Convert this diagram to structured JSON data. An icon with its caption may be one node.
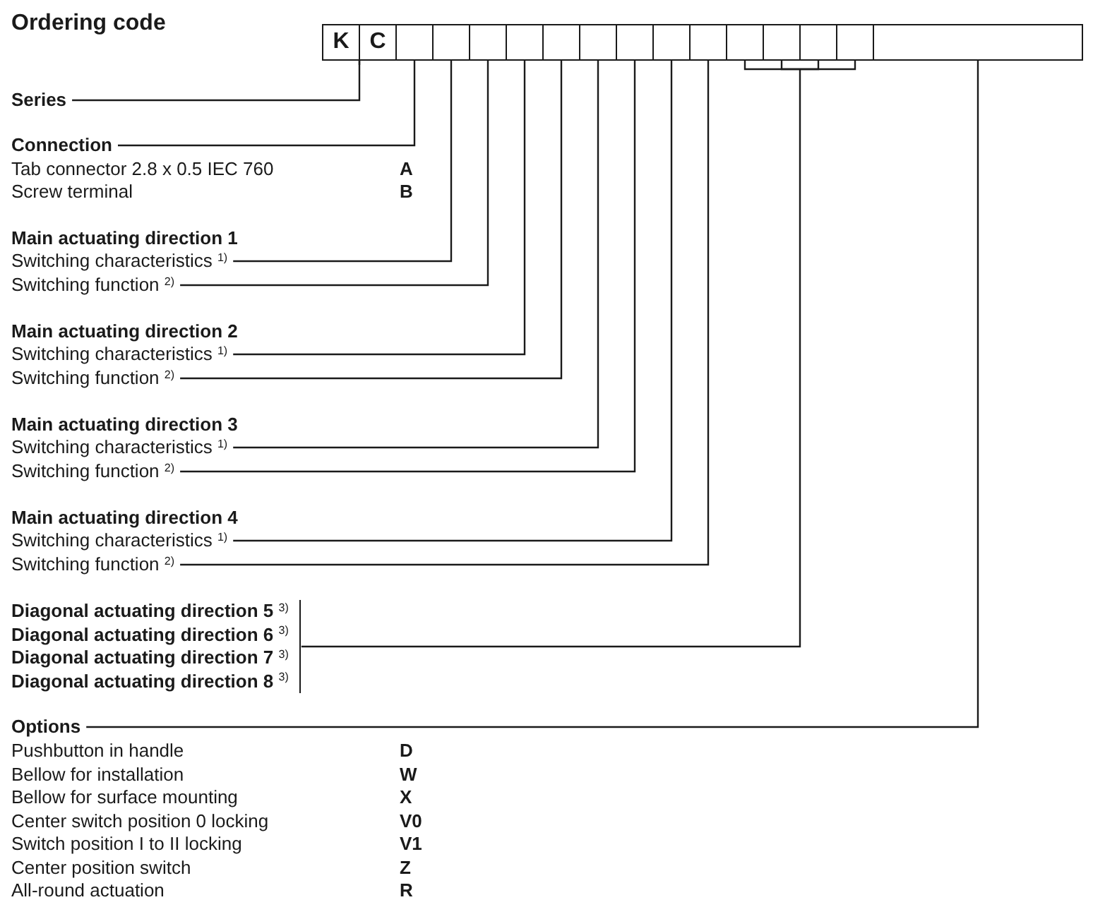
{
  "diagram": {
    "title": "Ordering code",
    "nodes": [
      {
        "text": [
          "K"
        ]
      },
      {
        "text": [
          "C"
        ]
      },
      {
        "text": [],
        "shape": "box"
      },
      {
        "text": [],
        "shape": "box"
      },
      {
        "text": [],
        "shape": "box"
      },
      {
        "text": [],
        "shape": "box"
      },
      {
        "text": [],
        "shape": "box"
      },
      {
        "text": [],
        "shape": "box"
      },
      {
        "text": [],
        "shape": "box"
      },
      {
        "text": [],
        "shape": "box"
      },
      {
        "text": [],
        "shape": "box"
      },
      {
        "text": [],
        "shape": "box"
      },
      {
        "text": [],
        "shape": "box"
      },
      {
        "text": [],
        "shape": "box"
      },
      {
        "text": [],
        "shape": "box"
      },
      {
        "text": [],
        "shape": "box"
      },
      {
        "text": [
          "Series"
        ]
      },
      {
        "text": [
          "Connection"
        ]
      },
      {
        "text": [
          "Switching characteristics $^{1)}$"
        ]
      },
      {
        "text": [
          "Switching function $^{2)}$"
        ]
      },
      {
        "text": [
          "Switching characteristics $^{1)}$"
        ]
      },
      {
        "text": [
          "Switching function $^{2)}$"
        ]
      },
      {
        "text": [
          "Switching characteristics $^{1)}$"
        ]
      },
      {
        "text": [
          "Switching function $^{2)}$"
        ]
      },
      {
        "text": [
          "Switching characteristics $^{1)}$"
        ]
      },
      {
        "text": [
          "Switching function $^{2)}$"
        ]
      },
      {
        "text": [
          "Diagonal actuating direction 5 $^{3)}$",
          "Diagonal actuating direction 6 $^{3)}$",
          "Diagonal actuating direction 7 $^{3)}$",
          "Diagonal actuating direction 8 $^{3)}$"
        ]
      },
      {
        "text": [
          "Options"
        ]
      }
    ],
    "edges": [
      {
        "from": 16,
        "to": 0,
        "arrow": "none"
      },
      {
        "from": 16,
        "to": 1,
        "arrow": "none"
      },
      {
        "from": 17,
        "to": 2,
        "arrow": "none"
      },
      {
        "from": 18,
        "to": 3,
        "arrow": "none"
      },
      {
        "from": 19,
        "to": 4,
        "arrow": "none"
      },
      {
        "from": 20,
        "to": 5,
        "arrow": "none"
      },
      {
        "from": 21,
        "to": 6,
        "arrow": "none"
      },
      {
        "from": 22,
        "to": 7,
        "arrow": "none"
      },
      {
        "from": 23,
        "to": 8,
        "arrow": "none"
      },
      {
        "from": 24,
        "to": 9,
        "arrow": "none"
      },
      {
        "from": 25,
        "to": 10,
        "arrow": "none"
      },
      {
        "from": 26,
        "to": 11,
        "arrow": "none"
      },
      {
        "from": 26,
        "to": 12,
        "arrow": "none"
      },
      {
        "from": 26,
        "to": 13,
        "arrow": "none"
      },
      {
        "from": 26,
        "to": 14,
        "arrow": "none"
      },
      {
        "from": 27,
        "to": 15,
        "arrow": "none"
      }
    ],
    "labels": [
      "Tab connector 2.8 x 0.5 IEC 760",
      "A",
      "Screw terminal",
      "B",
      "Main actuating direction 1",
      "Main actuating direction 2",
      "Main actuating direction 3",
      "Main actuating direction 4",
      "Pushbutton in handle",
      "D",
      "Bellow for installation",
      "W",
      "Bellow for surface mounting",
      "X",
      "Center switch position 0 locking",
      "V0",
      "Switch position I to II locking",
      "V1",
      "Center position switch",
      "Z",
      "All-round actuation",
      "R"
    ]
  }
}
